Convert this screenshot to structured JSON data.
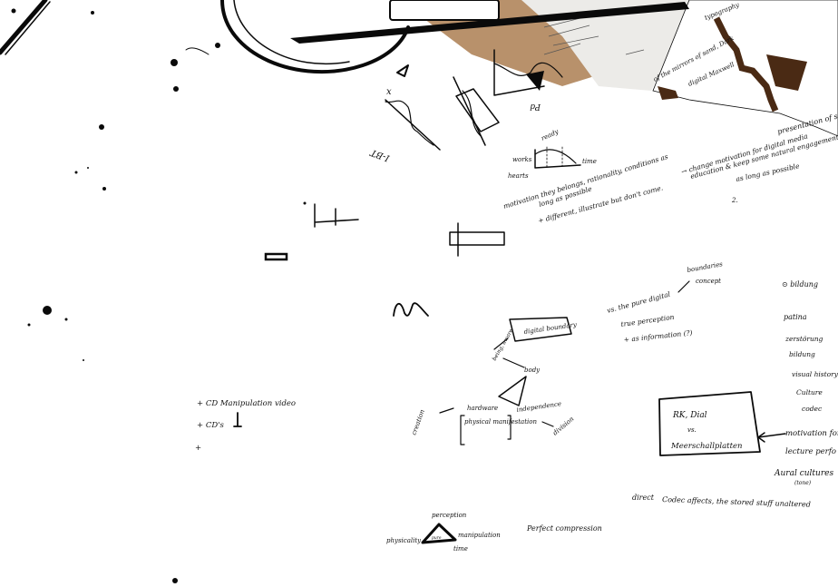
{
  "colors": {
    "paper": "#ffffff",
    "ink": "#0a0a0a",
    "kraft": "#b8916b",
    "sheet": "#ecebe8",
    "rust": "#4a2a14"
  },
  "notes": {
    "left_list": {
      "item1": "+ CD Manipulation video",
      "item2": "+ CD's",
      "item3": "+"
    },
    "top_graph": {
      "label": "I-BT",
      "x_mark": "x"
    },
    "curve_sketch": {
      "left_label": "works",
      "bottom_label": "hearts",
      "top_label": "ready",
      "right_label": "time"
    },
    "middle_text": {
      "line1": "motivation they belongs, rationality, conditions as",
      "line2": "long as possible",
      "line3": "+ different, illustrate but don't come."
    },
    "right_top": {
      "line1": "presentation of some",
      "line2": "→ change motivation for digital media",
      "line3": "education & keep some natural engagement",
      "line4": "as long as possible",
      "page_num": "2."
    },
    "perception": {
      "line1": "vs. the pure digital",
      "line2": "true perception",
      "line3": "+ as information (?)",
      "side1": "boundaries",
      "side2": "concept"
    },
    "diagram": {
      "box_top": "digital boundary",
      "link": "being, aware",
      "node": "body",
      "left": "hardware",
      "bracket": "physical manifestation",
      "right": "independence",
      "far_left": "creation",
      "bottom_right": "division"
    },
    "right_list": {
      "items": [
        "⊙ bildung",
        "patina",
        "zerstörung",
        "bildung",
        "visual history",
        "Culture",
        "codec"
      ]
    },
    "box": {
      "line1": "RK, Dial",
      "line2": "vs.",
      "line3": "Meerschallplatten"
    },
    "right_notes": {
      "line1": "motivation for",
      "line2": "lecture perfo",
      "line3": "Aural cultures",
      "line4": "(tone)"
    },
    "bottom_line": {
      "lead": "direct",
      "text": "Codec affects, the stored stuff unaltered"
    },
    "triangle": {
      "top": "perception",
      "left": "physicality",
      "right": "manipulation",
      "bottom": "time",
      "center": "pure"
    },
    "bottom_mid": "Perfect compression",
    "top_right_fragment": "typography",
    "top_right_fragment2": "of the mirrors of sand, Dark",
    "top_right_fragment3": "digital Maxwell"
  }
}
